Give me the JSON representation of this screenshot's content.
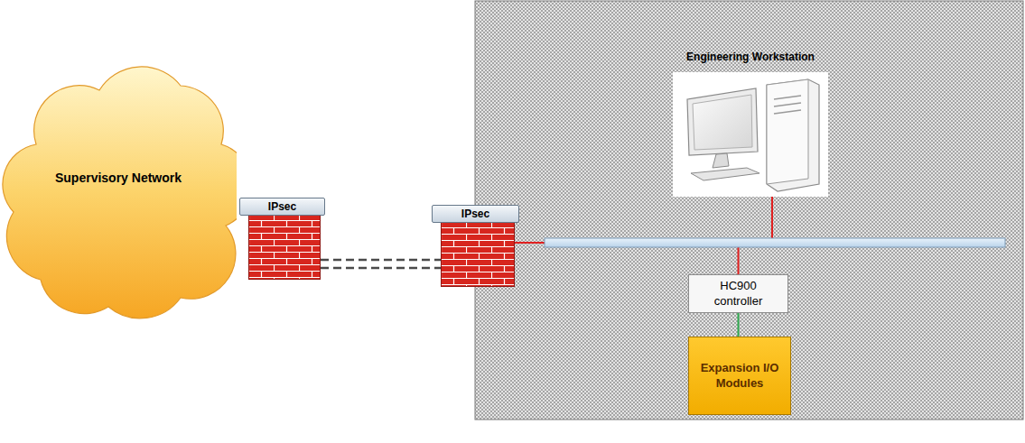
{
  "diagram": {
    "nodes": [
      {
        "text": [
          "Supervisory Network"
        ]
      },
      {
        "text": [
          "IPsec"
        ]
      },
      {
        "text": [
          "IPsec"
        ]
      },
      {
        "text": [
          "Engineering Workstation"
        ]
      },
      {
        "text": [
          "HC900 controller"
        ]
      },
      {
        "text": [
          "Expansion I/O Modules"
        ]
      }
    ],
    "edges": [
      {
        "from": 1,
        "to": 2,
        "arrow": "none"
      },
      {
        "from": 1,
        "to": 2,
        "arrow": "none"
      },
      {
        "from": 2,
        "to": 3,
        "arrow": "none"
      },
      {
        "from": 2,
        "to": 4,
        "arrow": "none"
      },
      {
        "from": 4,
        "to": 5,
        "arrow": "none"
      }
    ]
  }
}
